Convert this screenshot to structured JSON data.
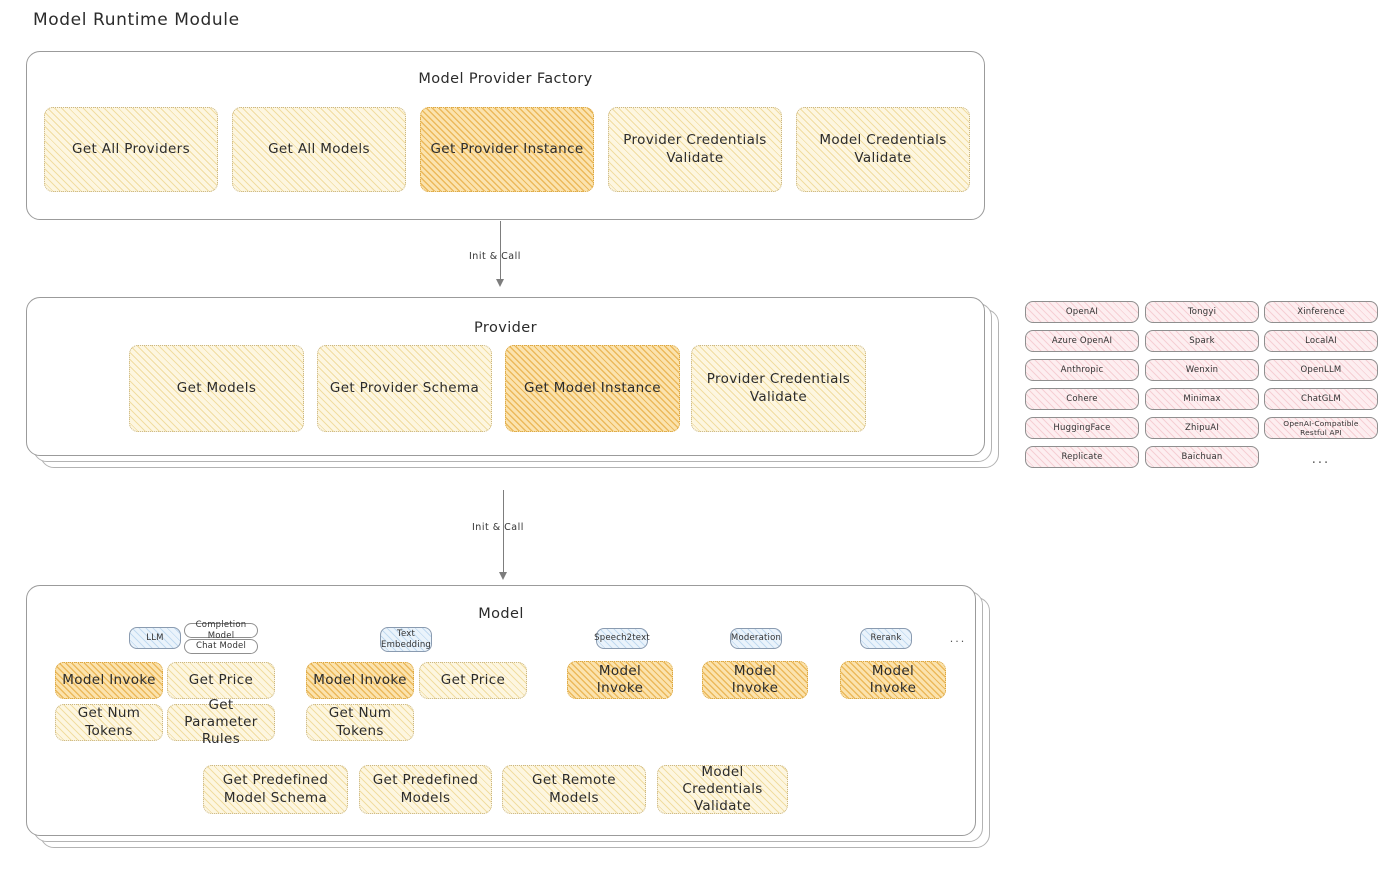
{
  "page": {
    "title": "Model Runtime Module"
  },
  "factory": {
    "title": "Model Provider Factory",
    "items": [
      {
        "label": "Get All Providers",
        "highlight": false
      },
      {
        "label": "Get All Models",
        "highlight": false
      },
      {
        "label": "Get Provider Instance",
        "highlight": true
      },
      {
        "label": "Provider Credentials Validate",
        "highlight": false
      },
      {
        "label": "Model Credentials Validate",
        "highlight": false
      }
    ]
  },
  "arrows": [
    {
      "label": "Init & Call"
    },
    {
      "label": "Init & Call"
    }
  ],
  "provider": {
    "title": "Provider",
    "items": [
      {
        "label": "Get Models",
        "highlight": false
      },
      {
        "label": "Get Provider Schema",
        "highlight": false
      },
      {
        "label": "Get Model Instance",
        "highlight": true
      },
      {
        "label": "Provider Credentials Validate",
        "highlight": false
      }
    ]
  },
  "provider_list": {
    "columns": [
      [
        "OpenAI",
        "Azure OpenAI",
        "Anthropic",
        "Cohere",
        "HuggingFace",
        "Replicate"
      ],
      [
        "Tongyi",
        "Spark",
        "Wenxin",
        "Minimax",
        "ZhipuAI",
        "Baichuan"
      ],
      [
        "Xinference",
        "LocalAI",
        "OpenLLM",
        "ChatGLM",
        "OpenAI-Compatible Restful API"
      ]
    ],
    "more": "..."
  },
  "model": {
    "title": "Model",
    "more": "...",
    "groups": [
      {
        "tag": "LLM",
        "subtags": [
          "Completion Model",
          "Chat Model"
        ],
        "ops": [
          {
            "label": "Model Invoke",
            "highlight": true
          },
          {
            "label": "Get Price",
            "highlight": false
          },
          {
            "label": "Get Num Tokens",
            "highlight": false
          },
          {
            "label": "Get Parameter Rules",
            "highlight": false
          }
        ]
      },
      {
        "tag": "Text Embedding",
        "subtags": [],
        "ops": [
          {
            "label": "Model Invoke",
            "highlight": true
          },
          {
            "label": "Get Price",
            "highlight": false
          },
          {
            "label": "Get Num Tokens",
            "highlight": false
          }
        ]
      },
      {
        "tag": "Speech2text",
        "subtags": [],
        "ops": [
          {
            "label": "Model Invoke",
            "highlight": true
          }
        ]
      },
      {
        "tag": "Moderation",
        "subtags": [],
        "ops": [
          {
            "label": "Model Invoke",
            "highlight": true
          }
        ]
      },
      {
        "tag": "Rerank",
        "subtags": [],
        "ops": [
          {
            "label": "Model Invoke",
            "highlight": true
          }
        ]
      }
    ],
    "shared_ops": [
      {
        "label": "Get Predefined Model Schema"
      },
      {
        "label": "Get Predefined Models"
      },
      {
        "label": "Get Remote Models"
      },
      {
        "label": "Model Credentials Validate"
      }
    ]
  },
  "colors": {
    "highlight_fill": "#fbe3ae",
    "light_fill": "#fdf6e0",
    "provider_chip": "#fdeef0",
    "model_tag": "#eaf3fb",
    "stroke": "#9b9b9b"
  }
}
